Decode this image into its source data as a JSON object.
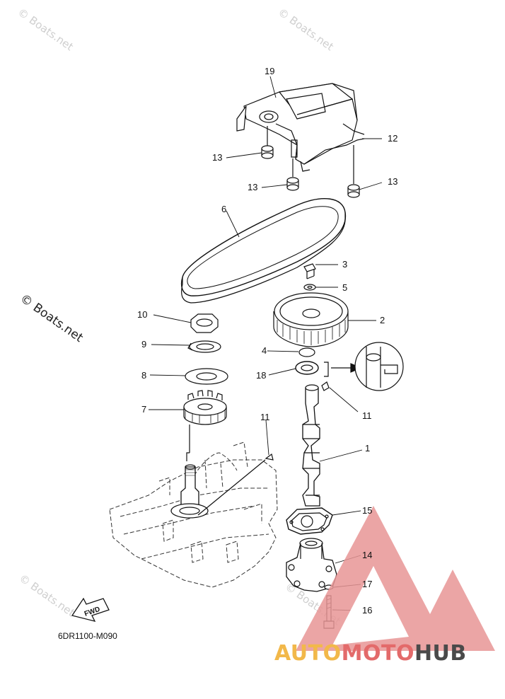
{
  "watermark": "© Boats.net",
  "diagram_code": "6DR1100-M090",
  "fwd_label": "FWD",
  "brand": {
    "part1": "AUTO",
    "part2": "MOTO",
    "part3": "HUB"
  },
  "callouts": {
    "c1": "1",
    "c2": "2",
    "c3": "3",
    "c4": "4",
    "c5": "5",
    "c6": "6",
    "c7": "7",
    "c8": "8",
    "c9": "9",
    "c10": "10",
    "c11a": "11",
    "c11b": "11",
    "c12": "12",
    "c13a": "13",
    "c13b": "13",
    "c13c": "13",
    "c14": "14",
    "c15": "15",
    "c16": "16",
    "c17": "17",
    "c18": "18",
    "c19": "19"
  },
  "colors": {
    "line": "#111111",
    "watermark": "#cfcfcf",
    "brand_yellow": "#f2b84a",
    "brand_red": "#e36a6a",
    "brand_gray": "#4a4a4a"
  }
}
